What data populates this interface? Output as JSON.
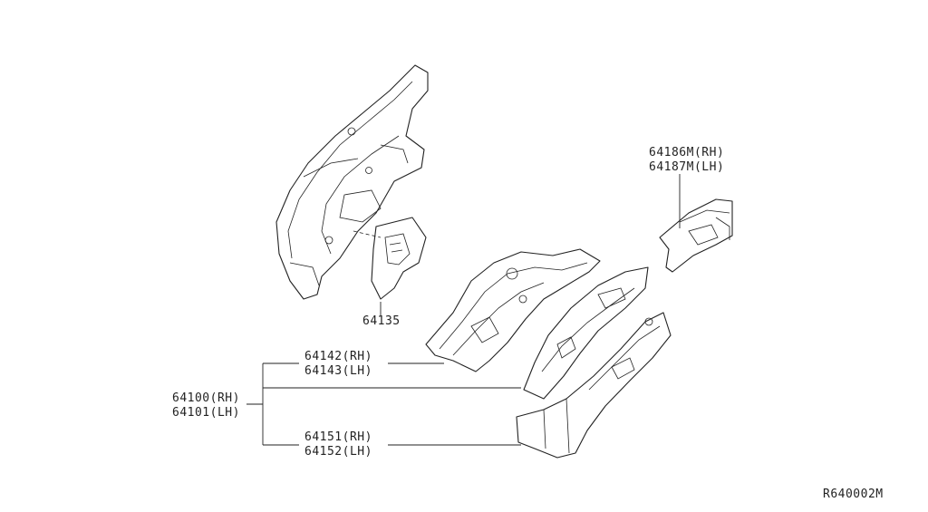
{
  "labels": {
    "p64135": "64135",
    "p64186": "64186M(RH)",
    "p64187": "64187M(LH)",
    "p64142": "64142(RH)",
    "p64143": "64143(LH)",
    "p64100": "64100(RH)",
    "p64101": "64101(LH)",
    "p64151": "64151(RH)",
    "p64152": "64152(LH)"
  },
  "diagram_code": "R640002M",
  "colors": {
    "line": "#222222",
    "background": "#ffffff"
  }
}
